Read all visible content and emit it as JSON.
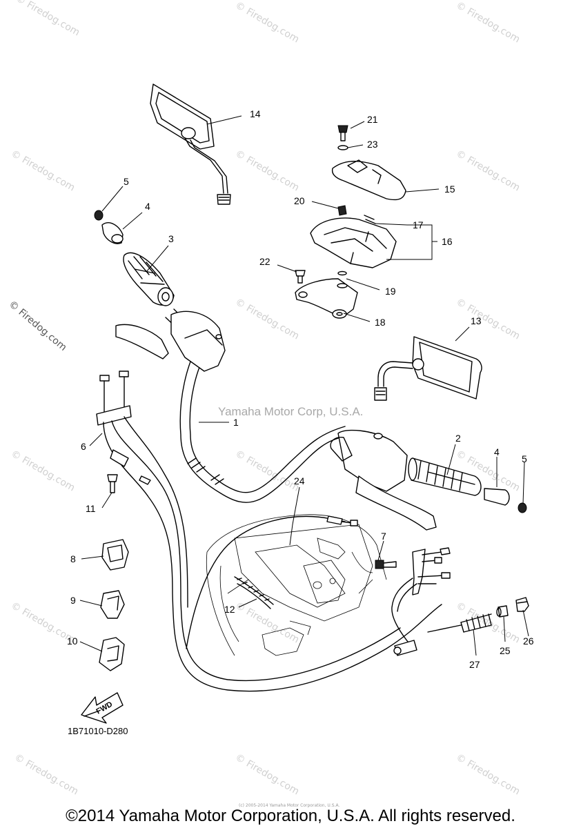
{
  "watermark": {
    "text": "© Firedog.com",
    "side_text": "© Firedog.com",
    "center_text": "Yamaha Motor Corp, U.S.A."
  },
  "parts": [
    {
      "num": "1"
    },
    {
      "num": "2"
    },
    {
      "num": "3"
    },
    {
      "num": "4"
    },
    {
      "num": "4"
    },
    {
      "num": "5"
    },
    {
      "num": "5"
    },
    {
      "num": "6"
    },
    {
      "num": "7"
    },
    {
      "num": "8"
    },
    {
      "num": "9"
    },
    {
      "num": "10"
    },
    {
      "num": "11"
    },
    {
      "num": "12"
    },
    {
      "num": "13"
    },
    {
      "num": "14"
    },
    {
      "num": "15"
    },
    {
      "num": "16"
    },
    {
      "num": "17"
    },
    {
      "num": "18"
    },
    {
      "num": "19"
    },
    {
      "num": "20"
    },
    {
      "num": "21"
    },
    {
      "num": "22"
    },
    {
      "num": "23"
    },
    {
      "num": "24"
    },
    {
      "num": "25"
    },
    {
      "num": "26"
    },
    {
      "num": "27"
    }
  ],
  "arrow_label": "FWD",
  "diagram_code": "1B71010-D280",
  "small_credit": "(c) 2005-2014 Yamaha Motor Corporation, U.S.A.",
  "footer": "©2014 Yamaha Motor Corporation, U.S.A. All rights reserved."
}
